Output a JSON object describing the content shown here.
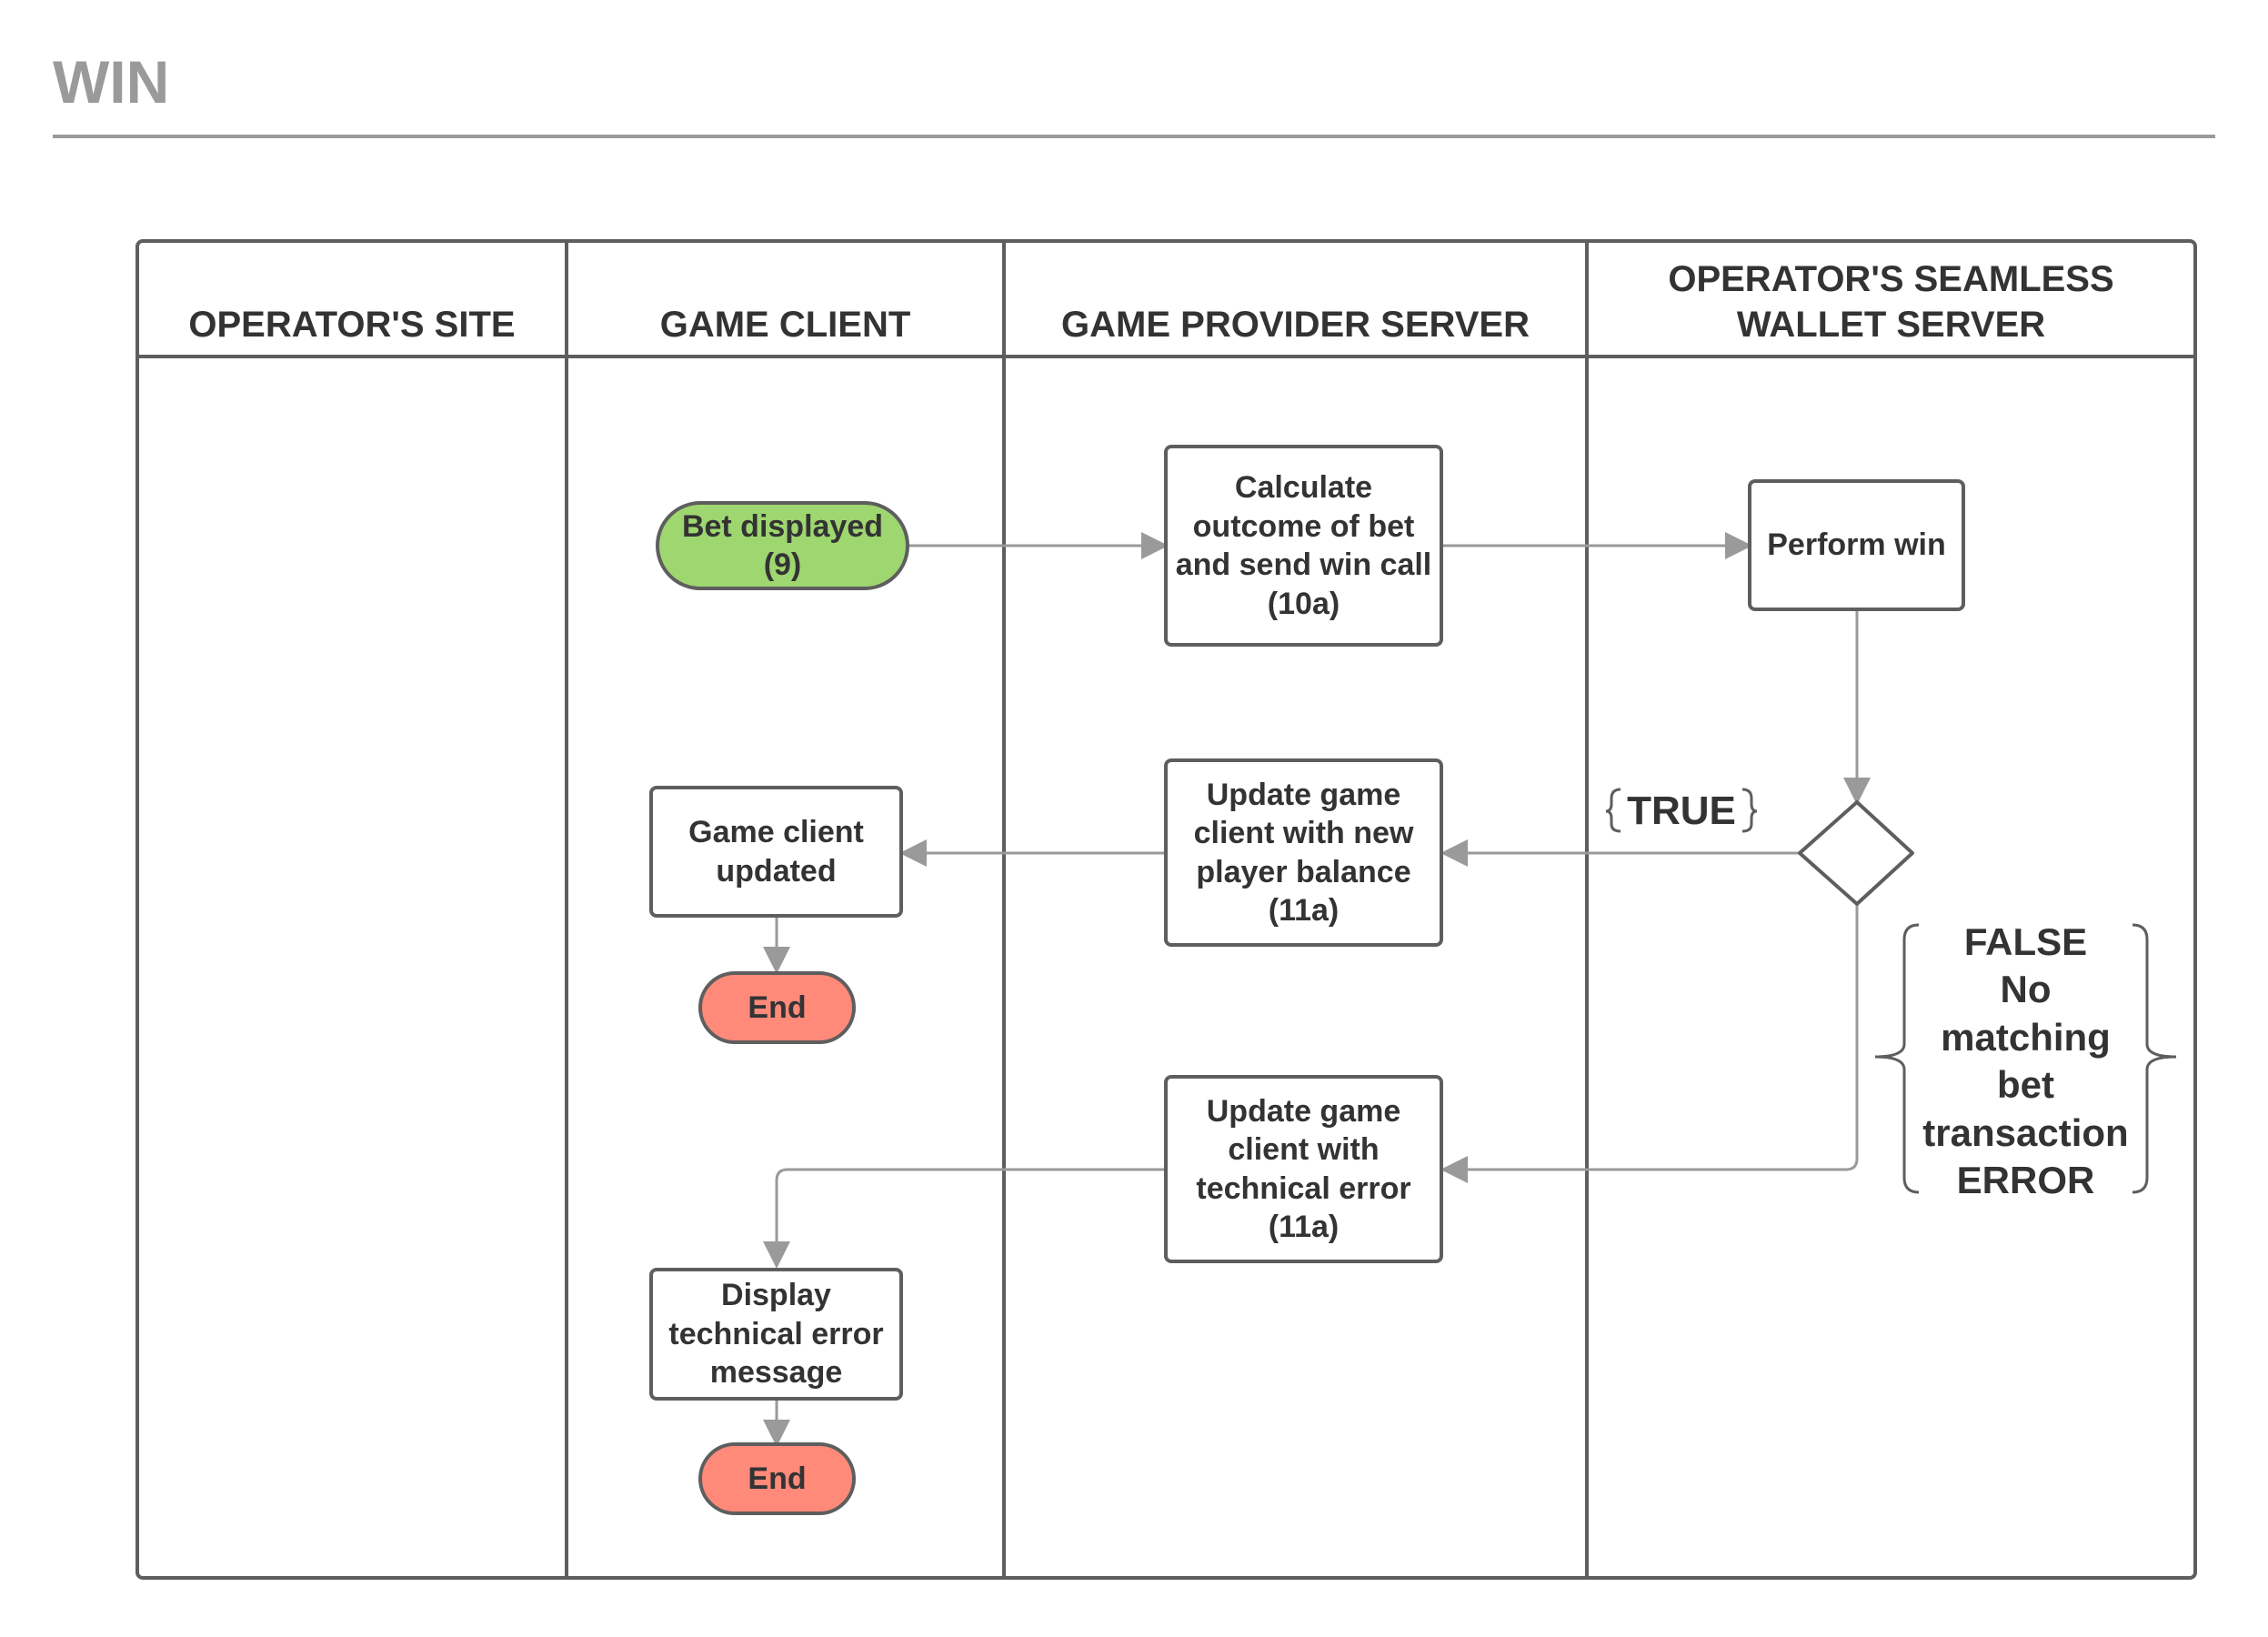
{
  "title": "WIN",
  "lanes": [
    {
      "label": "OPERATOR'S SITE"
    },
    {
      "label": "GAME CLIENT"
    },
    {
      "label": "GAME PROVIDER SERVER"
    },
    {
      "label": "OPERATOR'S SEAMLESS\nWALLET SERVER"
    }
  ],
  "nodes": {
    "bet_displayed": {
      "label": "Bet displayed\n(9)",
      "shape": "terminator",
      "color": "#9ed670"
    },
    "calculate_outcome": {
      "label": "Calculate\noutcome of bet\nand send win call\n(10a)",
      "shape": "process"
    },
    "perform_win": {
      "label": "Perform win",
      "shape": "process"
    },
    "decision": {
      "label": "",
      "shape": "decision"
    },
    "update_balance": {
      "label": "Update game\nclient with new\nplayer balance\n(11a)",
      "shape": "process"
    },
    "game_client_updated": {
      "label": "Game client\nupdated",
      "shape": "process"
    },
    "end_1": {
      "label": "End",
      "shape": "terminator",
      "color": "#ff8a7a"
    },
    "update_error": {
      "label": "Update game\nclient with\ntechnical error\n(11a)",
      "shape": "process"
    },
    "display_error": {
      "label": "Display\ntechnical error\nmessage",
      "shape": "process"
    },
    "end_2": {
      "label": "End",
      "shape": "terminator",
      "color": "#ff8a7a"
    }
  },
  "annotations": {
    "true_label": "TRUE",
    "false_label": "FALSE\nNo\nmatching\nbet\ntransaction\nERROR"
  },
  "colors": {
    "stroke": "#5e5e5e",
    "arrow": "#9a9a9a",
    "text": "#333333"
  }
}
